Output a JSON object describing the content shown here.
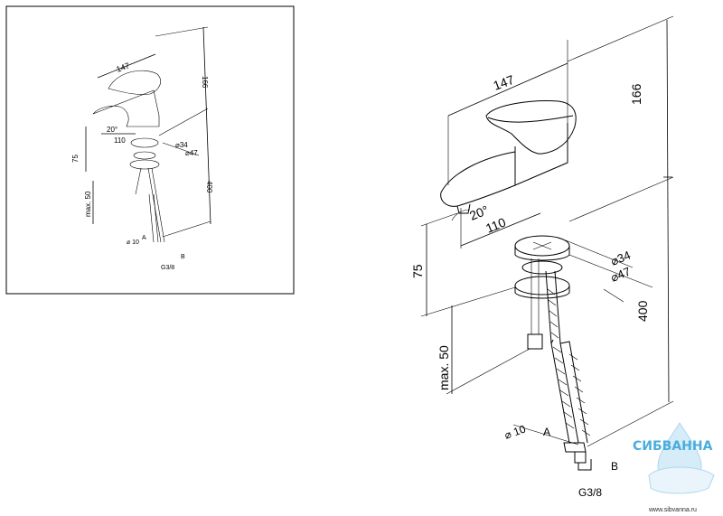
{
  "drawing": {
    "dimensions": {
      "width": "147",
      "height_top": "166",
      "spout_reach": "110",
      "angle": "20°",
      "spout_height": "75",
      "diameter_top": "⌀34",
      "diameter_base": "⌀47",
      "hose_length": "400",
      "max_thickness": "max. 50",
      "hose_diameter": "⌀ 10",
      "connection": "G3/8",
      "label_a": "A",
      "label_b": "B"
    }
  },
  "watermark": {
    "brand": "СИБВАННА",
    "url": "www.sibvanna.ru",
    "color": "#2a9fd8"
  }
}
